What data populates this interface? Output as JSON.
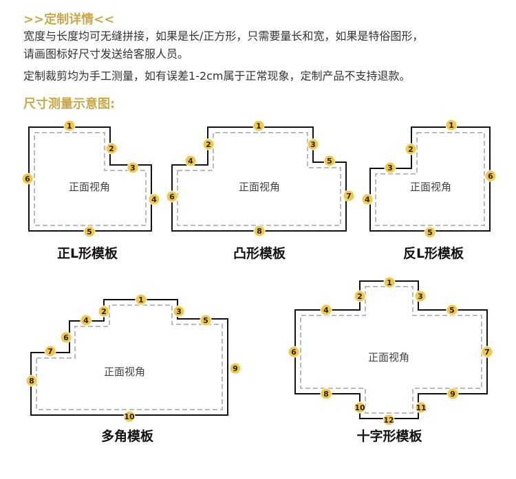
{
  "header": ">>定制详情<<",
  "lines": [
    "宽度与长度均可无缝拼接，如果是长/正方形，只需要量长和宽，如果是特俗图形，",
    "请画图标好尺寸发送给客服人员。",
    "定制裁剪均为手工测量，如有误差1-2cm属于正常现象，定制产品不支持退款。"
  ],
  "subheader": "尺寸测量示意图:",
  "front_label": "正面视角",
  "colors": {
    "accent": "#c9a94a",
    "badge": "#f3c846",
    "outline": "#111111",
    "dash": "#bbbbbb"
  },
  "templates": [
    {
      "caption": "正L形模板",
      "labels": [
        "1",
        "2",
        "3",
        "4",
        "5",
        "6"
      ]
    },
    {
      "caption": "凸形模板",
      "labels": [
        "1",
        "2",
        "3",
        "4",
        "5",
        "6",
        "7",
        "8"
      ]
    },
    {
      "caption": "反L形模板",
      "labels": [
        "1",
        "2",
        "3",
        "4",
        "5",
        "6"
      ]
    },
    {
      "caption": "多角模板",
      "labels": [
        "1",
        "2",
        "3",
        "4",
        "5",
        "6",
        "7",
        "8",
        "9",
        "10"
      ]
    },
    {
      "caption": "十字形模板",
      "labels": [
        "1",
        "2",
        "3",
        "4",
        "5",
        "6",
        "7",
        "8",
        "9",
        "10",
        "11",
        "12"
      ]
    }
  ]
}
